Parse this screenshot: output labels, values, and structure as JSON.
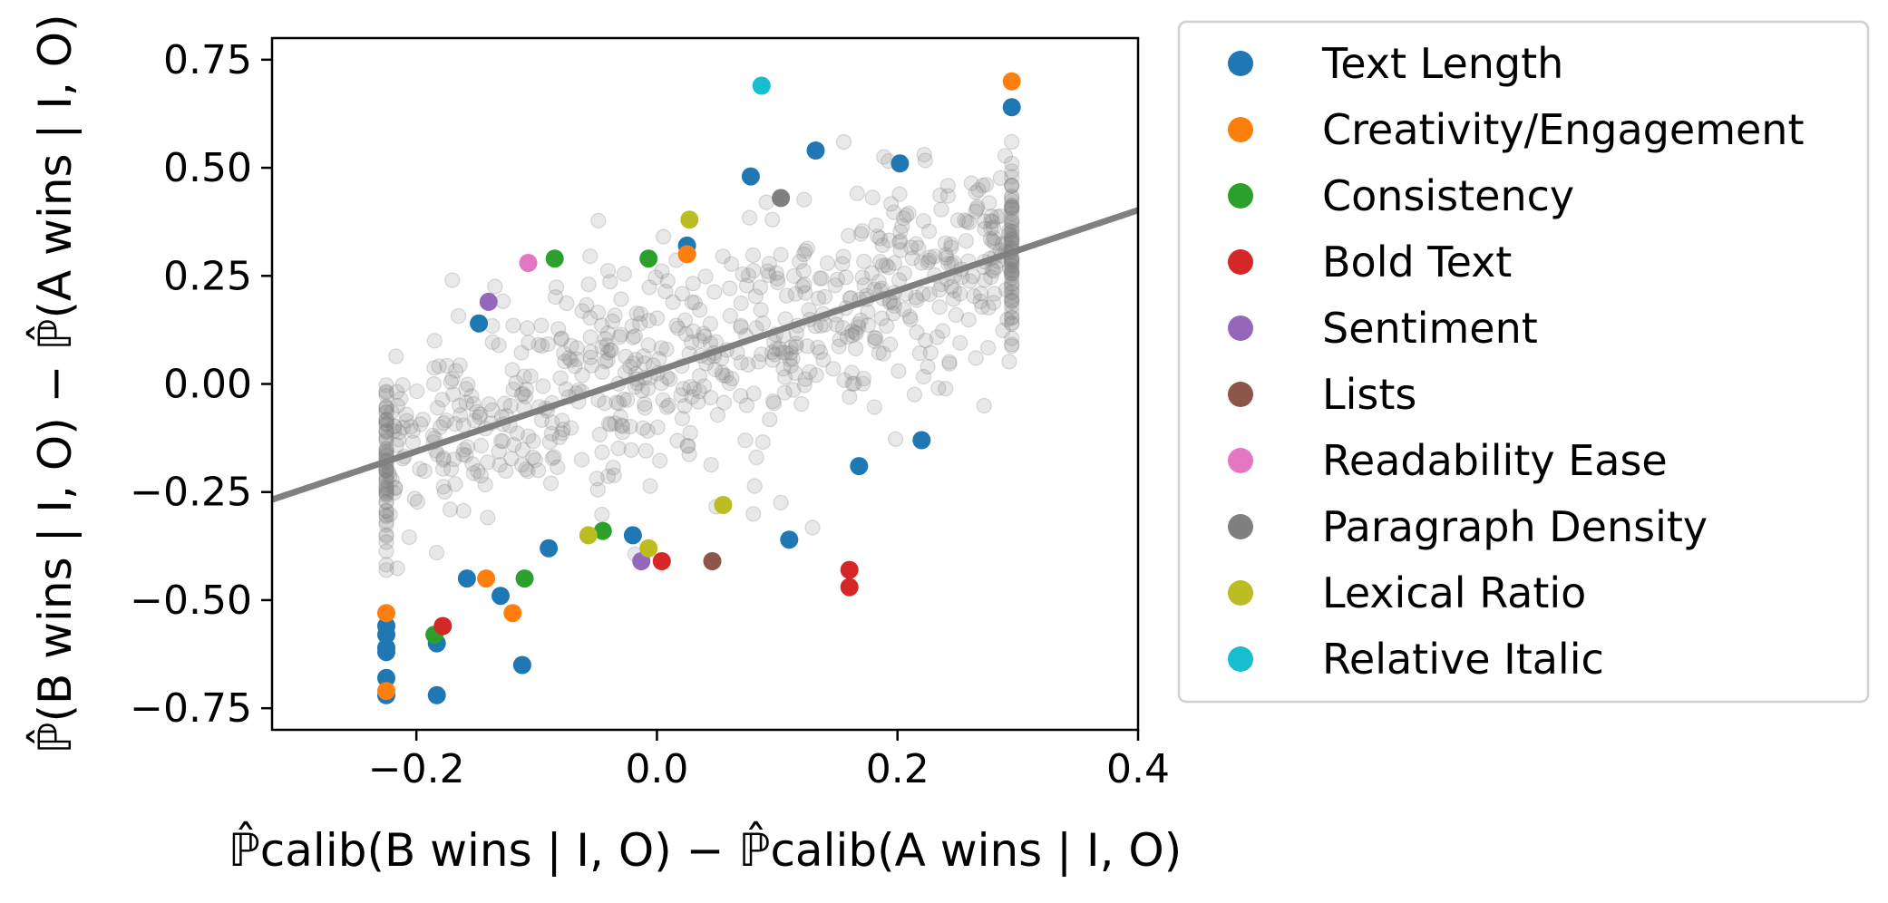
{
  "chart_data": {
    "type": "scatter",
    "xlabel": "ℙ̂calib(B wins | I, O) − ℙ̂calib(A wins | I, O)",
    "ylabel": "ℙ̂(B wins | I, O) − ℙ̂(A wins | I, O)",
    "xlim": [
      -0.32,
      0.4
    ],
    "ylim": [
      -0.8,
      0.8
    ],
    "x_ticks": [
      -0.2,
      0.0,
      0.2,
      0.4
    ],
    "x_tick_labels": [
      "−0.2",
      "0.0",
      "0.2",
      "0.4"
    ],
    "y_ticks": [
      0.75,
      0.5,
      0.25,
      0.0,
      -0.25,
      -0.5,
      -0.75
    ],
    "y_tick_labels": [
      "0.75",
      "0.50",
      "0.25",
      "0.00",
      "−0.25",
      "−0.50",
      "−0.75"
    ],
    "grid": false,
    "legend_position": "outside-right",
    "fit_line": {
      "color": "#808080",
      "intercept": 0.03,
      "slope": 0.93
    },
    "background_points": {
      "color": "#808080",
      "description_count": 800,
      "x_range": [
        -0.225,
        0.295
      ],
      "trend_intercept": 0.03,
      "trend_slope": 0.93,
      "noise": 0.12
    },
    "series": [
      {
        "name": "Text Length",
        "color": "#1f77b4",
        "x": [
          -0.225,
          -0.225,
          -0.225,
          -0.225,
          -0.225,
          -0.225,
          -0.183,
          -0.183,
          -0.158,
          -0.148,
          -0.13,
          -0.112,
          -0.09,
          -0.02,
          0.025,
          0.078,
          0.11,
          0.132,
          0.168,
          0.202,
          0.22,
          0.295
        ],
        "y": [
          -0.72,
          -0.68,
          -0.62,
          -0.61,
          -0.58,
          -0.56,
          -0.72,
          -0.6,
          -0.45,
          0.14,
          -0.49,
          -0.65,
          -0.38,
          -0.35,
          0.32,
          0.48,
          -0.36,
          0.54,
          -0.19,
          0.51,
          -0.13,
          0.64
        ]
      },
      {
        "name": "Creativity/Engagement",
        "color": "#ff7f0e",
        "x": [
          -0.225,
          -0.225,
          -0.142,
          -0.12,
          0.025,
          0.295
        ],
        "y": [
          -0.71,
          -0.53,
          -0.45,
          -0.53,
          0.3,
          0.7
        ]
      },
      {
        "name": "Consistency",
        "color": "#2ca02c",
        "x": [
          -0.185,
          -0.11,
          -0.085,
          -0.045,
          -0.007
        ],
        "y": [
          -0.58,
          -0.45,
          0.29,
          -0.34,
          0.29
        ]
      },
      {
        "name": "Bold Text",
        "color": "#d62728",
        "x": [
          -0.178,
          0.004,
          0.16,
          0.16
        ],
        "y": [
          -0.56,
          -0.41,
          -0.43,
          -0.47
        ]
      },
      {
        "name": "Sentiment",
        "color": "#9467bd",
        "x": [
          -0.14,
          -0.013
        ],
        "y": [
          0.19,
          -0.41
        ]
      },
      {
        "name": "Lists",
        "color": "#8c564b",
        "x": [
          0.046
        ],
        "y": [
          -0.41
        ]
      },
      {
        "name": "Readability Ease",
        "color": "#e377c2",
        "x": [
          -0.107
        ],
        "y": [
          0.28
        ]
      },
      {
        "name": "Paragraph Density",
        "color": "#7f7f7f",
        "x": [
          0.103
        ],
        "y": [
          0.43
        ]
      },
      {
        "name": "Lexical Ratio",
        "color": "#bcbd22",
        "x": [
          -0.057,
          -0.007,
          0.027,
          0.055
        ],
        "y": [
          -0.35,
          -0.38,
          0.38,
          -0.28
        ]
      },
      {
        "name": "Relative Italic",
        "color": "#17becf",
        "x": [
          0.087
        ],
        "y": [
          0.69
        ]
      }
    ]
  }
}
